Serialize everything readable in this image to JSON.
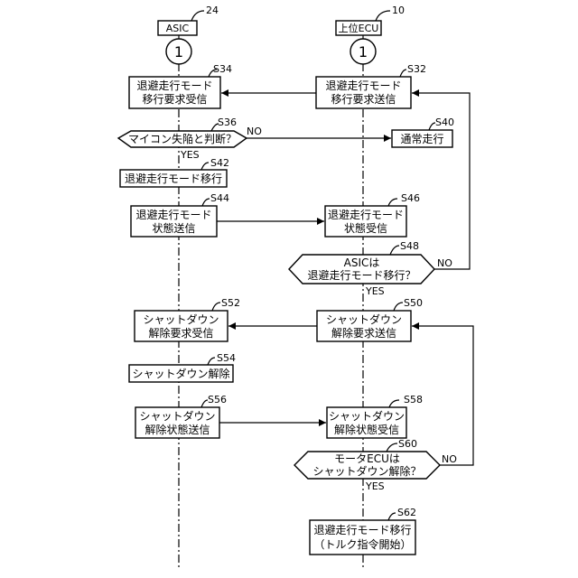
{
  "columns": {
    "left": {
      "title": "ASIC",
      "ref": "24",
      "connector": "1"
    },
    "right": {
      "title": "上位ECU",
      "ref": "10",
      "connector": "1"
    }
  },
  "steps": {
    "s34": {
      "id": "S34",
      "lines": [
        "退避走行モード",
        "移行要求受信"
      ]
    },
    "s32": {
      "id": "S32",
      "lines": [
        "退避走行モード",
        "移行要求送信"
      ]
    },
    "s36": {
      "id": "S36",
      "text": "マイコン失陥と判断？",
      "yes": "YES",
      "no": "NO"
    },
    "s40": {
      "id": "S40",
      "text": "通常走行"
    },
    "s42": {
      "id": "S42",
      "text": "退避走行モード移行"
    },
    "s44": {
      "id": "S44",
      "lines": [
        "退避走行モード",
        "状態送信"
      ]
    },
    "s46": {
      "id": "S46",
      "lines": [
        "退避走行モード",
        "状態受信"
      ]
    },
    "s48": {
      "id": "S48",
      "lines": [
        "ASICは",
        "退避走行モード移行？"
      ],
      "yes": "YES",
      "no": "NO"
    },
    "s52": {
      "id": "S52",
      "lines": [
        "シャットダウン",
        "解除要求受信"
      ]
    },
    "s50": {
      "id": "S50",
      "lines": [
        "シャットダウン",
        "解除要求送信"
      ]
    },
    "s54": {
      "id": "S54",
      "text": "シャットダウン解除"
    },
    "s56": {
      "id": "S56",
      "lines": [
        "シャットダウン",
        "解除状態送信"
      ]
    },
    "s58": {
      "id": "S58",
      "lines": [
        "シャットダウン",
        "解除状態受信"
      ]
    },
    "s60": {
      "id": "S60",
      "lines": [
        "モータECUは",
        "シャットダウン解除？"
      ],
      "yes": "YES",
      "no": "NO"
    },
    "s62": {
      "id": "S62",
      "lines": [
        "退避走行モード移行",
        "（トルク指令開始）"
      ]
    }
  }
}
